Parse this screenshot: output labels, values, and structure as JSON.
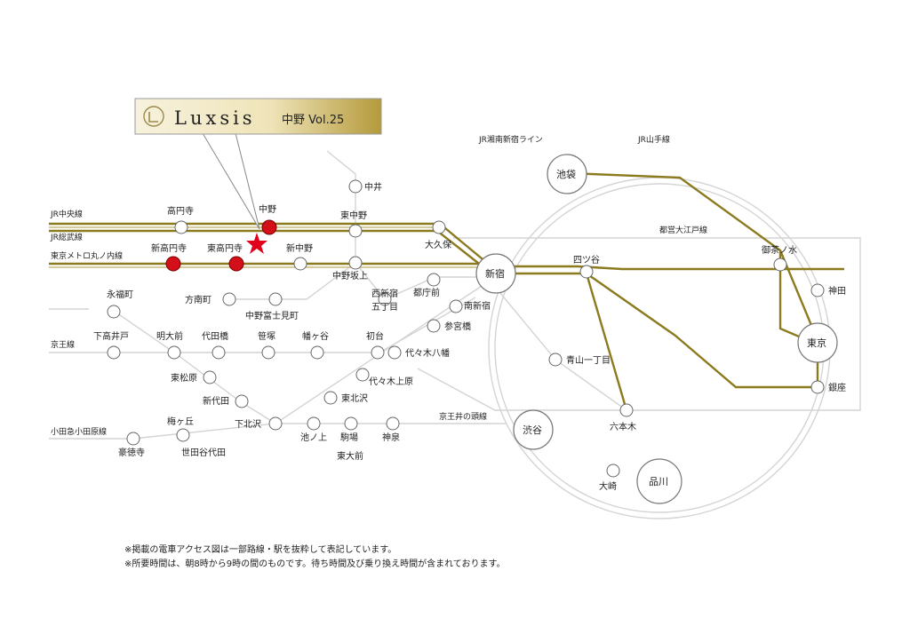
{
  "title_badge": {
    "brand": "Luxsis",
    "suffix": "中野 Vol.25"
  },
  "colors": {
    "gold": "#8c7a1e",
    "gold_light": "#c9bc7e",
    "gray_line": "#d4d4d4",
    "red": "#d3101a",
    "star": "#e0001c"
  },
  "line_labels": {
    "jr_chuo": "JR中央線",
    "jr_sobu": "JR総武線",
    "marunouchi": "東京メトロ丸ノ内線",
    "shonan": "JR湘南新宿ライン",
    "yamanote": "JR山手線",
    "oedo": "都営大江戸線",
    "keio": "京王線",
    "odakyu": "小田急小田原線",
    "inokashira": "京王井の頭線"
  },
  "stations": {
    "koenji": "高円寺",
    "nakano": "中野",
    "shin_koenji": "新高円寺",
    "higashi_koenji": "東高円寺",
    "shin_nakano": "新中野",
    "nakai": "中井",
    "higashi_nakano": "東中野",
    "okubo": "大久保",
    "nakano_sakaue": "中野坂上",
    "nishishinjuku_1": "西新宿",
    "nishishinjuku_2": "五丁目",
    "tochomae": "都庁前",
    "honancho": "方南町",
    "nakano_fujimicho": "中野富士見町",
    "eifukucho": "永福町",
    "shimotakaido": "下高井戸",
    "meidaimae": "明大前",
    "daitabashi": "代田橋",
    "sasazuka": "笹塚",
    "hatagaya": "幡ヶ谷",
    "hatsudai": "初台",
    "sangubashi": "参宮橋",
    "minami_shinjuku": "南新宿",
    "yoyogi_hachiman": "代々木八幡",
    "yoyogi_uehara": "代々木上原",
    "higashi_matsubara": "東松原",
    "shindaita": "新代田",
    "higashi_kitazawa": "東北沢",
    "shimokitazawa": "下北沢",
    "umegaoka": "梅ヶ丘",
    "gotokuji": "豪徳寺",
    "setagaya_daita": "世田谷代田",
    "ikenoue": "池ノ上",
    "komaba": "駒場",
    "higashi_odaimae": "東大前",
    "shinsen": "神泉",
    "shinjuku": "新宿",
    "ikebukuro": "池袋",
    "yotsuya": "四ツ谷",
    "ochanomizu": "御茶ノ水",
    "kanda": "神田",
    "tokyo": "東京",
    "ginza": "銀座",
    "aoyama_itchome": "青山一丁目",
    "roppongi": "六本木",
    "shibuya": "渋谷",
    "osaki": "大崎",
    "shinagawa": "品川"
  },
  "notes": [
    "※掲載の電車アクセス図は一部路線・駅を抜粋して表記しています。",
    "※所要時間は、朝8時から9時の間のものです。待ち時間及び乗り換え時間が含まれております。"
  ],
  "icons": {
    "property": "star-icon",
    "logo": "luxsis-emblem-icon"
  }
}
